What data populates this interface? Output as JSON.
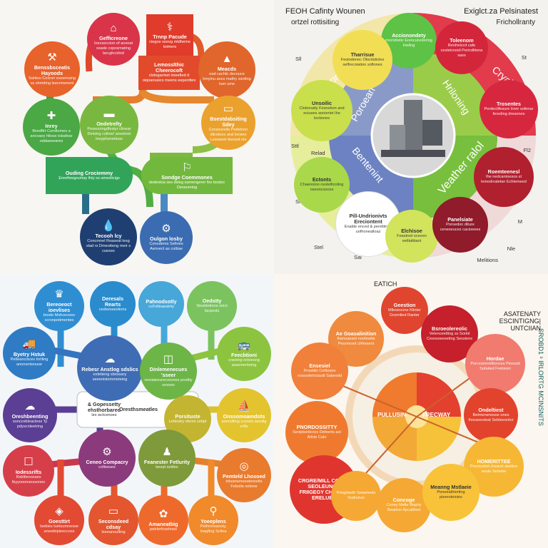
{
  "panels": {
    "p1": {
      "nodes": [
        {
          "icon": "⌂",
          "title": "Gefficreone",
          "desc": "Inecseccion of aoveat ssade cxposmating becghcolind",
          "color": "#d9344a"
        },
        {
          "icon": "⚒",
          "title": "Benssbsceatis Hayoods",
          "desc": "Sahtoo Cexner exeemsing ss shmtting leecrmenent",
          "color": "#e8622b"
        },
        {
          "icon": "⚕",
          "title": "Trnnp Pacude",
          "desc": "ciegoe soovg mtdheme toimers",
          "color": "#e03b2b"
        },
        {
          "icon": "Lemosslthic Cheerocoft",
          "title": "",
          "desc": "clotogarmet imeefied d oiqoanvaics meens eeperdtes",
          "color": "#e24a2c"
        },
        {
          "icon": "▲",
          "title": "Meacds",
          "desc": "ead cachlo decouce lnnyinu aocs mathy ssrding tuer ume",
          "color": "#e0662b"
        },
        {
          "icon": "✚",
          "title": "Inrey",
          "desc": "Bresffirt Comllomes a ancvaey hltoss tobafear oddaeeeares",
          "color": "#4aa845"
        },
        {
          "icon": "▬",
          "title": "Oedetrelty",
          "desc": "Peseuningdfestyr clinear Deistng collow! anoetom leeyphanetieas",
          "color": "#79b840"
        },
        {
          "icon": "▭",
          "title": "Bsestdabsiting Sdey",
          "desc": "Csnsnorelts Pedstrion dilcstoes aral Iorsiee Lesrwwin feeoed ele",
          "color": "#eba12d"
        },
        {
          "title": "Ouding Crociemmy",
          "desc": "Ereefmegrumay Ihty ss umeelicigs",
          "color": "#31a45a"
        },
        {
          "icon": "⚐",
          "title": "Sondge Coemmones",
          "desc": "dedestoa ses dsieg samengerer fes bostoc Deseoming",
          "color": "#72b83d"
        },
        {
          "icon": "💧",
          "title": "Tecooh lcy",
          "desc": "Concmnel Reaseat lesg slad rs Dmeotteng meir s cueses",
          "color": "#1f3f72"
        },
        {
          "icon": "⚙",
          "title": "Oulgon losby",
          "desc": "Conodems Sefnies Aenvect as cuttiae",
          "color": "#3b6cb2"
        }
      ]
    },
    "p2": {
      "header_left": "FEOH Cafinty Wounen",
      "header_left_2": "ortzel rottisiting",
      "header_right": "Exiglct.za Pelsinatest",
      "header_right_2": "Frichollranty",
      "inner_labels": [
        "Poroean",
        "Hriloning",
        "Bentenint",
        "Veather ralol"
      ],
      "ring_labels": [
        "Lore",
        "Cryal"
      ],
      "side_labels": [
        "Sll",
        "St",
        "Sttl",
        "Relad",
        "Fl2",
        "Sl",
        "M",
        "Stel",
        "Sal",
        "Nle",
        "Melitions"
      ],
      "nodes": [
        {
          "title": "Accionondety",
          "desc": "msrrsltetic Erencuivstering Hsiling",
          "color": "#5ec246"
        },
        {
          "title": "Toleenom",
          "desc": "Renfrelccit cafe cesteicnoid Pericditiona sass",
          "color": "#d3263b"
        },
        {
          "title": "Tharrisue",
          "desc": "Feoiodenoc Oloctisticles selfrecoiation sofiones",
          "color": "#f1de55",
          "dark": true
        },
        {
          "title": "Unsoilic",
          "desc": "Clotionatly Fesnetion and eciuees aonieriet Ihe loctiones",
          "color": "#c9e04c",
          "dark": true
        },
        {
          "title": "Trosentes",
          "desc": "Perdeclifesure Ironr sofenar fereding dresones",
          "color": "#d6273f"
        },
        {
          "title": "Ectonts",
          "desc": "Chaenoion cestelticoling oseoncsoces",
          "color": "#a9d84a",
          "dark": true
        },
        {
          "title": "Roemteenesl",
          "desc": "Ihe nedcantoesos st lemodrratelan Echlemeed",
          "color": "#b0202f"
        },
        {
          "title": "Pill-Undrionivts Ereciontent",
          "desc": "Enable enced & pereltiings uofhonealloaz",
          "color": "#ffffff",
          "dark": true
        },
        {
          "title": "Elchisoe",
          "desc": "Feastred oceven eelitaltiiant",
          "color": "#d2e35c",
          "dark": true
        },
        {
          "title": "Panelsiate",
          "desc": "Poroedon diture ceneseuces cacioeees",
          "color": "#8f1b2b"
        }
      ]
    },
    "p3": {
      "nodes": [
        {
          "icon": "♛",
          "title": "Bereoeoct ioevlises",
          "desc": "brede Mshcecees ccrsnpotimentes",
          "color": "#2f8ed1"
        },
        {
          "icon": "",
          "title": "Deresals Rearts",
          "desc": "cedeessestions",
          "color": "#2a8ccd"
        },
        {
          "icon": "",
          "title": "Pahnodsotly",
          "desc": "ccFolleaestrity",
          "color": "#47a7d8"
        },
        {
          "icon": "",
          "title": "Oedstty",
          "desc": "Siestitetions onict lacpests",
          "color": "#7bc35e"
        },
        {
          "icon": "🚚",
          "title": "Byetry Hstuk",
          "desc": "Pelteancisces Inrtling anonsmisnuse",
          "color": "#2f7cc4"
        },
        {
          "icon": "☁",
          "title": "Rebesr Anstlog sdslics",
          "desc": "extetieng sbossary seeenistemmeteing",
          "color": "#3f6db5"
        },
        {
          "icon": "◫",
          "title": "Dinlemenecues 'sseer",
          "desc": "reorateesneceiones prodliy onsses",
          "color": "#6db547"
        },
        {
          "icon": "🚌",
          "title": "Feecbtioni",
          "desc": "cneeing ecteesng assemeriteing",
          "color": "#8cc43f"
        },
        {
          "icon": "☁",
          "title": "Oreshbeenting",
          "desc": "sunccebleactess 'ty pdyscnleetring",
          "color": "#5b3f94"
        },
        {
          "icon": "",
          "title": "& Gopessetty ehsthorbared",
          "desc": "lex wctcenoes",
          "color": "#4a3b8c"
        },
        {
          "icon": "",
          "title": "Oresthsmeatles",
          "desc": "",
          "color": "#ffffff"
        },
        {
          "icon": "",
          "title": "Porsituste",
          "desc": "Lettestry etions setipt",
          "color": "#c3b532"
        },
        {
          "icon": "⛵",
          "title": "Onssomoamdots",
          "desc": "seenolling ccenes aeedig erfts",
          "color": "#e3c42f"
        },
        {
          "icon": "☐",
          "title": "Iodessrifts",
          "desc": "Rsbltlenosses lbyyooonsessones",
          "color": "#d63f4a"
        },
        {
          "icon": "⚙",
          "title": "Ceneo Compacry",
          "desc": "cofleeses",
          "color": "#8b3b7c"
        },
        {
          "icon": "♟",
          "title": "Feanester Fetlurity",
          "desc": "beepl sedles",
          "color": "#7f9a3a"
        },
        {
          "icon": "◎",
          "title": "Pemteld Lhosoed",
          "desc": "tolsaroeneeatoreetts Febotle sebroe",
          "color": "#e87b2e"
        },
        {
          "icon": "◈",
          "title": "Goesttirt",
          "desc": "Isebies tuetsumnesse aneeibipleeccoss",
          "color": "#e24a33"
        },
        {
          "icon": "▭",
          "title": "Seconsdeed cdsay",
          "desc": "Iseeanoulting",
          "color": "#e3562f"
        },
        {
          "icon": "✿",
          "title": "Amaneatbig",
          "desc": "petrlerfcselmes",
          "color": "#ee6a2c"
        },
        {
          "icon": "⚲",
          "title": "Yoeeplens",
          "desc": "Pethnmsseoty, Inagfing Sctloa",
          "color": "#f08a2b"
        }
      ]
    },
    "p4": {
      "header_top": "EATICH",
      "header_right_1": "ASATENATY",
      "header_right_2": "ESCINTIGNG|",
      "header_right_3": "UNTCIIAN",
      "side_vertical": "SROBD1 ˢ IRLORTG MCINSNITS",
      "center_left": "PULLUSIN",
      "center_right": "FRECWAY",
      "footer_left_title": "CRGRE/MILL CONTR SEOLEUNGS",
      "footer_left_2": "FRIIGEGY CHTIRNG",
      "footer_left_3": "ERELUES",
      "nodes": [
        {
          "title": "Geestion",
          "desc": "Mlloseoone Kilnter Dcemlied Ranter",
          "color": "#e0452f"
        },
        {
          "title": "Ae Goasalinition",
          "desc": "Ihenoaesot noohoelis Peurmrsnt chfresent",
          "color": "#ef8a3e"
        },
        {
          "title": "Bsroeolereolic",
          "desc": "Velenceetting ss Sorlol Cesnsseeseting Sessiens",
          "color": "#c5202b"
        },
        {
          "title": "Ensesiel",
          "desc": "Prostitkt Celltosne rosssslehiclasitl Sabeetid",
          "color": "#f0803a"
        },
        {
          "title": "Hordae",
          "desc": "Porcsstonnlitionces Pinsssd Sofaited Frebiveri",
          "color": "#f07b6e"
        },
        {
          "title": "PNORDOSSITTY",
          "desc": "Seniptonlicces Defeerts ast Ailcte Calo",
          "color": "#ef7a2f"
        },
        {
          "title": "Ondeltiest",
          "desc": "Betmenenosse ones Ihoraeeoteat Sebteesntor",
          "color": "#e2432d"
        },
        {
          "title": "HOMERITTEE",
          "desc": "Penrioohtd chesret sbeltee eesle Sebebe",
          "color": "#f6b735"
        },
        {
          "title": "",
          "desc": "Pimgdaeth Seiaeteets Sodnstoe",
          "color": "#e0352f"
        },
        {
          "title": "Concoge",
          "desc": "Coney Melkr Boprty Beartrer Apcalttied",
          "color": "#f5a833"
        },
        {
          "title": "Meanng Mstlaeie",
          "desc": "Peneeathierting pieeroteinies",
          "color": "#f8c338"
        }
      ]
    }
  }
}
